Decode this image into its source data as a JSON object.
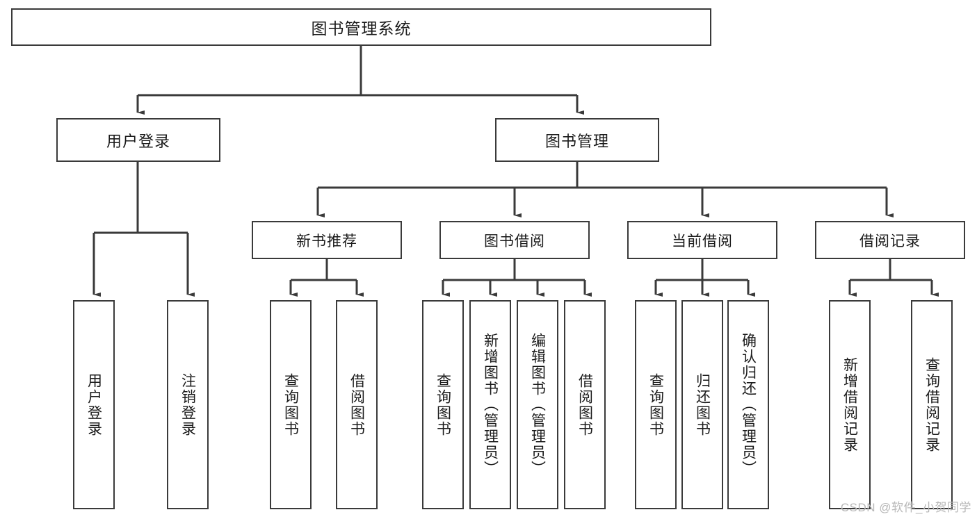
{
  "diagram": {
    "type": "tree",
    "title": "图书管理系统",
    "watermark": "CSDN @软件_小贺同学",
    "colors": {
      "background": "#ffffff",
      "node_border": "#3a3a3a",
      "node_fill": "#ffffff",
      "edge": "#3a3a3a",
      "text": "#1b1b1b",
      "watermark": "#b8b8b8"
    },
    "root": {
      "label": "图书管理系统"
    },
    "tier1": [
      {
        "label": "用户登录"
      },
      {
        "label": "图书管理"
      }
    ],
    "tier2": [
      {
        "label": "新书推荐"
      },
      {
        "label": "图书借阅"
      },
      {
        "label": "当前借阅"
      },
      {
        "label": "借阅记录"
      }
    ],
    "leaves": {
      "user_login": [
        {
          "label": "用户登录"
        },
        {
          "label": "注销登录"
        }
      ],
      "new_book_recommend": [
        {
          "label": "查询图书"
        },
        {
          "label": "借阅图书"
        }
      ],
      "book_borrow": [
        {
          "label": "查询图书"
        },
        {
          "label": "新增图书（管理员）"
        },
        {
          "label": "编辑图书（管理员）"
        },
        {
          "label": "借阅图书"
        }
      ],
      "current_borrow": [
        {
          "label": "查询图书"
        },
        {
          "label": "归还图书"
        },
        {
          "label": "确认归还（管理员）"
        }
      ],
      "borrow_record": [
        {
          "label": "新增借阅记录"
        },
        {
          "label": "查询借阅记录"
        }
      ]
    }
  }
}
